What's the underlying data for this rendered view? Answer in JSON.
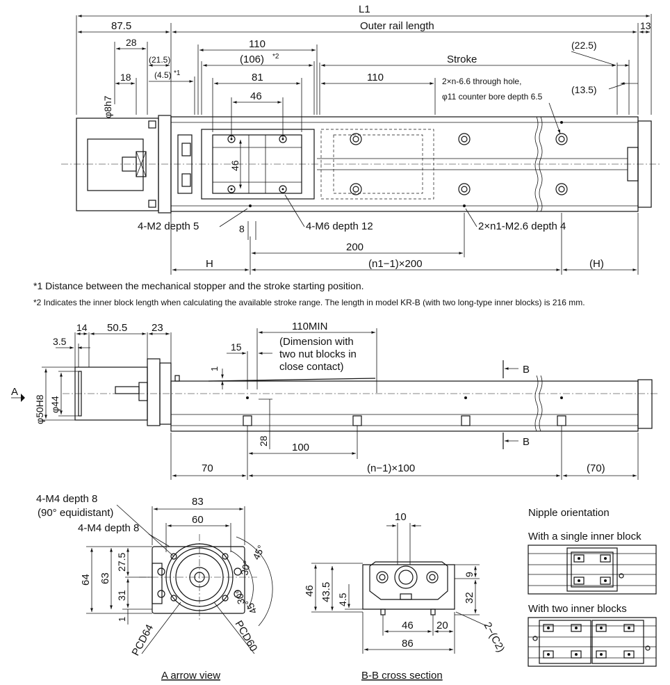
{
  "top_view": {
    "dims": {
      "L1": "L1",
      "d87_5": "87.5",
      "outer_rail_length": "Outer rail length",
      "d13": "13",
      "d28": "28",
      "d21_5": "(21.5)",
      "d4_5": "(4.5)",
      "star1": "*1",
      "d18": "18",
      "d110_top": "110",
      "d106": "(106)",
      "star2": "*2",
      "d81": "81",
      "d46": "46",
      "d8h7": "φ8h7",
      "stroke": "Stroke",
      "d110_mid": "110",
      "hole_note_1": "2×n-6.6 through hole,",
      "hole_note_2": "φ11 counter bore depth 6.5",
      "d22_5": "(22.5)",
      "d13_5": "(13.5)",
      "d46_v": "46",
      "m2": "4-M2 depth 5",
      "d8": "8",
      "m6": "4-M6 depth 12",
      "m26": "2×n1-M2.6 depth 4",
      "d200": "200",
      "H": "H",
      "n1_200": "(n1−1)×200",
      "H_paren": "(H)"
    },
    "footnotes": {
      "f1": "*1 Distance between the mechanical stopper and the stroke starting position.",
      "f2": "*2 Indicates the inner block length when calculating the available stroke range. The length in model KR-B (with two long-type inner blocks) is 216 mm."
    }
  },
  "side_view": {
    "dims": {
      "d14": "14",
      "d50_5": "50.5",
      "d23": "23",
      "d3_5": "3.5",
      "d110min": "110MIN",
      "contact_1": "(Dimension with",
      "contact_2": "two nut blocks in",
      "contact_3": "close contact)",
      "d15": "15",
      "d1": "1",
      "A": "A",
      "d50h8": "φ50H8",
      "d44": "φ44",
      "B_top": "B",
      "B_bot": "B",
      "d28": "28",
      "d100": "100",
      "d70": "70",
      "n_100": "(n−1)×100",
      "d70_paren": "(70)"
    }
  },
  "arrow_view": {
    "title": "A arrow view",
    "dims": {
      "m4_1": "4-M4 depth 8",
      "m4_1b": "(90° equidistant)",
      "m4_2": "4-M4 depth 8",
      "d83": "83",
      "d60": "60",
      "d64": "64",
      "d63": "63",
      "d27_5": "27.5",
      "d31": "31",
      "d1": "1",
      "a45_top": "45°",
      "a30_top": "30°",
      "a30_bot": "30°",
      "a45_bot": "45°",
      "pcd64": "PCD64",
      "pcd60": "PCD60"
    }
  },
  "section_view": {
    "title": "B-B cross section",
    "dims": {
      "d10": "10",
      "d46": "46",
      "d43_5": "43.5",
      "d4_5": "4.5",
      "d9": "9",
      "d32": "32",
      "d46_w": "46",
      "d20": "20",
      "d86": "86",
      "c2": "2−(C2)"
    }
  },
  "nipple": {
    "title": "Nipple orientation",
    "single": "With a single inner block",
    "double": "With two inner blocks"
  }
}
